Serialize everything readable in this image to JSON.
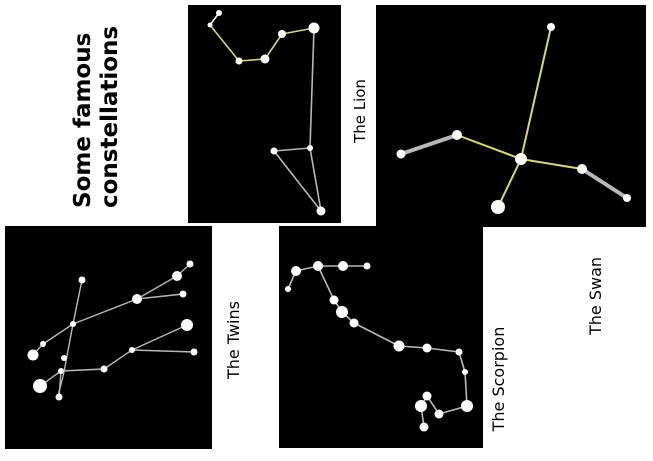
{
  "title": {
    "line1": "Some famous",
    "line2": "constellations"
  },
  "labels": {
    "lion": "The Lion",
    "swan": "The Swan",
    "twins": "The Twins",
    "scorpion": "The Scorpion"
  },
  "colors": {
    "background": "#000000",
    "star": "#ffffff",
    "line_gray": "#b8b8b8",
    "line_yellow": "#d8d870"
  }
}
